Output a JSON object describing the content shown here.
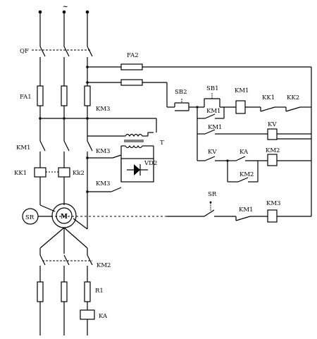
{
  "source_symbol": "~",
  "labels": {
    "qf": "QF",
    "fa1": "FA1",
    "fa2": "FA2",
    "km3_top": "KM3",
    "km1_left": "KM1",
    "kk1": "KK1",
    "kk2_left": "Kk2",
    "km3_a": "KM3",
    "km3_b": "KM3",
    "t": "T",
    "vd2": "VD2",
    "sr_left": "SR",
    "motor": "M",
    "km2_bottom": "KM2",
    "r1": "R1",
    "ka_bottom": "KA",
    "sb2": "SB2",
    "sb1": "SB1",
    "km1_coil": "KM1",
    "kk1_ctrl": "KK1",
    "kk2_ctrl": "KK2",
    "km1_contact_a": "KM1",
    "km1_contact_b": "KM1",
    "kv_coil": "KV",
    "kv_contact": "KV",
    "ka_ctrl": "KA",
    "km2_coil": "KM2",
    "km2_contact": "KM2",
    "sr_ctrl": "SR",
    "km1_bottom_contact": "KM1",
    "km3_coil": "KM3"
  }
}
